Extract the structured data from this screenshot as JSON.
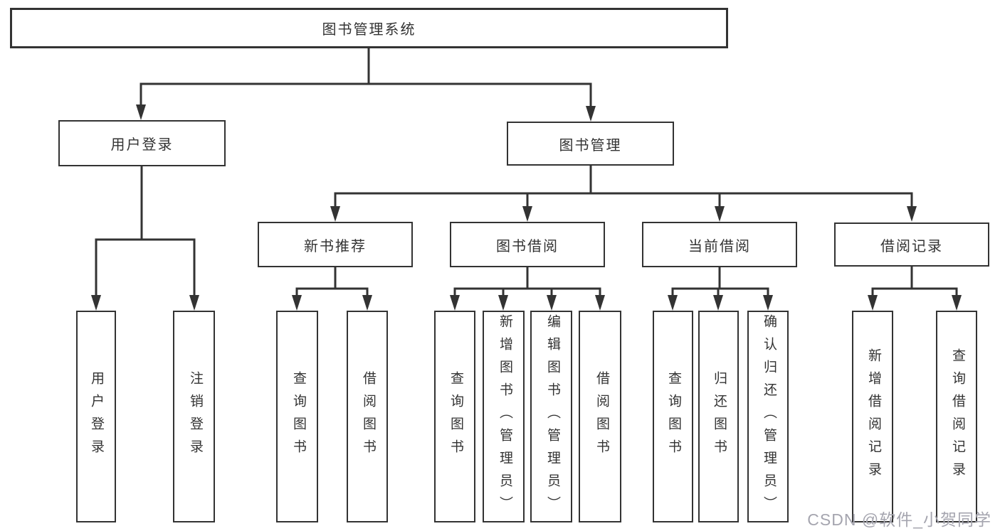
{
  "tree": {
    "root": "图书管理系统",
    "login": {
      "label": "用户登录",
      "children": [
        "用户登录",
        "注销登录"
      ]
    },
    "mgmt": {
      "label": "图书管理",
      "sections": [
        {
          "label": "新书推荐",
          "children": [
            "查询图书",
            "借阅图书"
          ]
        },
        {
          "label": "图书借阅",
          "children": [
            "查询图书",
            "新增图书（管理员）",
            "编辑图书（管理员）",
            "借阅图书"
          ]
        },
        {
          "label": "当前借阅",
          "children": [
            "查询图书",
            "归还图书",
            "确认归还（管理员）"
          ]
        },
        {
          "label": "借阅记录",
          "children": [
            "新增借阅记录",
            "查询借阅记录"
          ]
        }
      ]
    }
  },
  "watermark": "CSDN @软件_小贺同学",
  "colors": {
    "line": "#333333",
    "box_border": "#333333",
    "text": "#333333",
    "background": "#ffffff",
    "watermark": "#a5a5af"
  }
}
